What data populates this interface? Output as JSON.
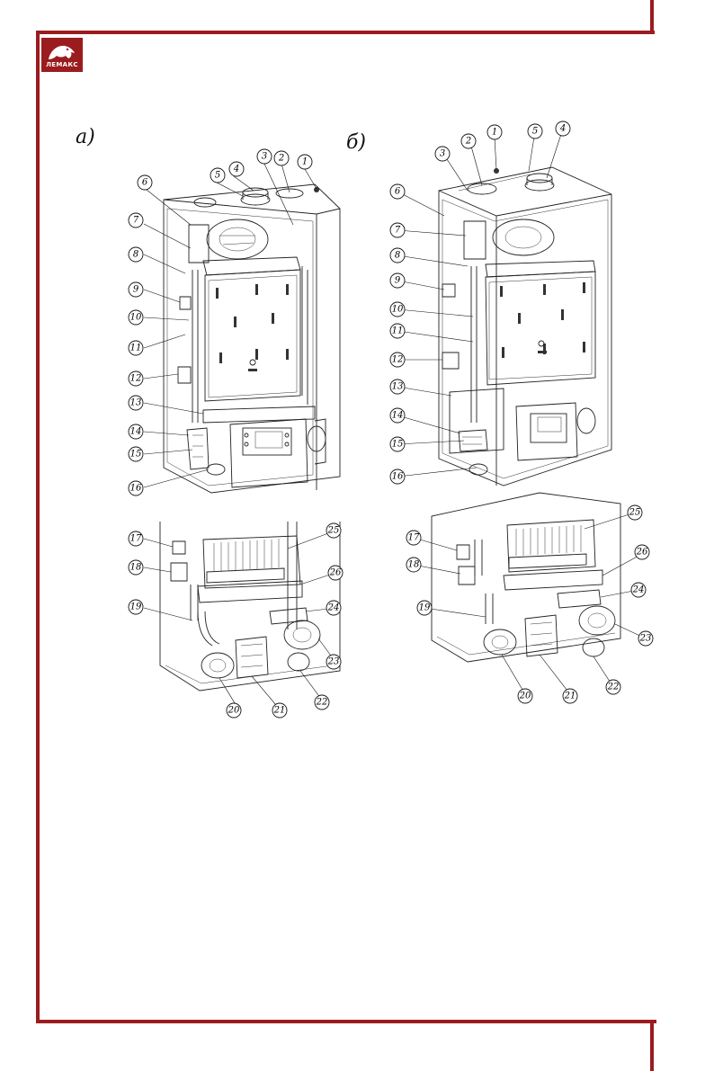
{
  "brand": {
    "name": "ЛЕМАКС",
    "accent_color": "#9b1c1f"
  },
  "figures": [
    {
      "label": "а)",
      "callouts": [
        "1",
        "2",
        "3",
        "4",
        "5",
        "6",
        "7",
        "8",
        "9",
        "10",
        "11",
        "12",
        "13",
        "14",
        "15",
        "16",
        "17",
        "18",
        "19",
        "20",
        "21",
        "22",
        "23",
        "24",
        "25",
        "26"
      ]
    },
    {
      "label": "б)",
      "callouts": [
        "1",
        "2",
        "3",
        "4",
        "5",
        "6",
        "7",
        "8",
        "9",
        "10",
        "11",
        "12",
        "13",
        "14",
        "15",
        "16",
        "17",
        "18",
        "19",
        "20",
        "21",
        "22",
        "23",
        "24",
        "25",
        "26"
      ]
    }
  ]
}
